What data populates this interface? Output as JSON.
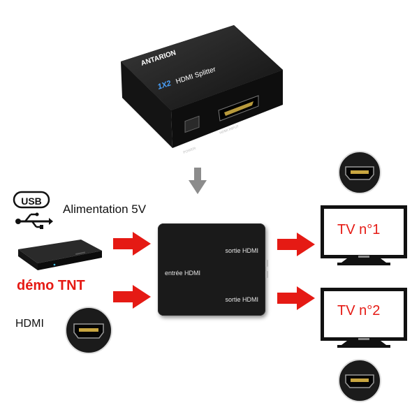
{
  "product": {
    "brand": "ANTARION",
    "model_badge": "1X2",
    "model_name": "HDMI Splitter",
    "power_port_label": "POWER",
    "hdmi_port_label": "HDMI INPUT"
  },
  "power": {
    "usb_text": "USB",
    "label": "Alimentation 5V"
  },
  "source": {
    "device_label": "démo TNT",
    "cable_label": "HDMI"
  },
  "splitter": {
    "output_1": "sortie HDMI",
    "input": "entrée HDMI",
    "output_2": "sortie HDMI"
  },
  "tvs": [
    {
      "label": "TV n°1"
    },
    {
      "label": "TV n°2"
    }
  ],
  "colors": {
    "accent_red": "#e51a14",
    "arrow_grey": "#8c8c8c",
    "device_black": "#1a1a1a"
  }
}
